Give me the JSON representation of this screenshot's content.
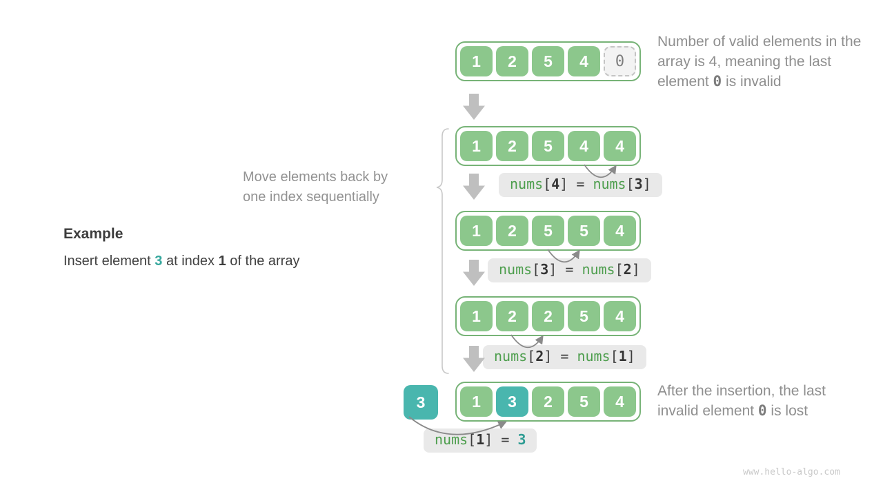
{
  "example": {
    "heading": "Example",
    "line_parts": [
      "Insert element ",
      "3",
      " at index ",
      "1",
      " of the array"
    ]
  },
  "move_note": {
    "line1": "Move elements back by",
    "line2": "one index sequentially"
  },
  "top_note": {
    "parts": [
      "Number of valid elements in the array is 4, meaning the last element ",
      "0",
      " is invalid"
    ]
  },
  "bottom_note": {
    "parts": [
      "After the insertion, the last invalid element ",
      "0",
      " is lost"
    ]
  },
  "insert_value": "3",
  "arrays": [
    {
      "id": "initial",
      "cells": [
        "1",
        "2",
        "5",
        "4",
        "0"
      ]
    },
    {
      "id": "shift-step-1",
      "cells": [
        "1",
        "2",
        "5",
        "4",
        "4"
      ]
    },
    {
      "id": "shift-step-2",
      "cells": [
        "1",
        "2",
        "5",
        "5",
        "4"
      ]
    },
    {
      "id": "shift-step-3",
      "cells": [
        "1",
        "2",
        "2",
        "5",
        "4"
      ]
    },
    {
      "id": "final",
      "cells": [
        "1",
        "3",
        "2",
        "5",
        "4"
      ]
    }
  ],
  "labels": [
    {
      "parts": [
        "nums",
        "[",
        "4",
        "]",
        " = ",
        "nums",
        "[",
        "3",
        "]"
      ]
    },
    {
      "parts": [
        "nums",
        "[",
        "3",
        "]",
        " = ",
        "nums",
        "[",
        "2",
        "]"
      ]
    },
    {
      "parts": [
        "nums",
        "[",
        "2",
        "]",
        " = ",
        "nums",
        "[",
        "1",
        "]"
      ]
    },
    {
      "parts": [
        "nums",
        "[",
        "1",
        "]",
        " = ",
        "3"
      ]
    }
  ],
  "watermark": "www.hello-algo.com",
  "colors": {
    "cell_green": "#8CC78C",
    "array_border_green": "#77B377",
    "teal": "#49B6AE",
    "teal_text": "#2E9C93",
    "code_green": "#4D9E4D",
    "label_bg": "#E9E9E9",
    "text_dark": "#3D3D3D",
    "note_gray": "#8F8F8F",
    "block_arrow_gray": "#BFBFBF",
    "arc_gray": "#8A8A8A"
  }
}
